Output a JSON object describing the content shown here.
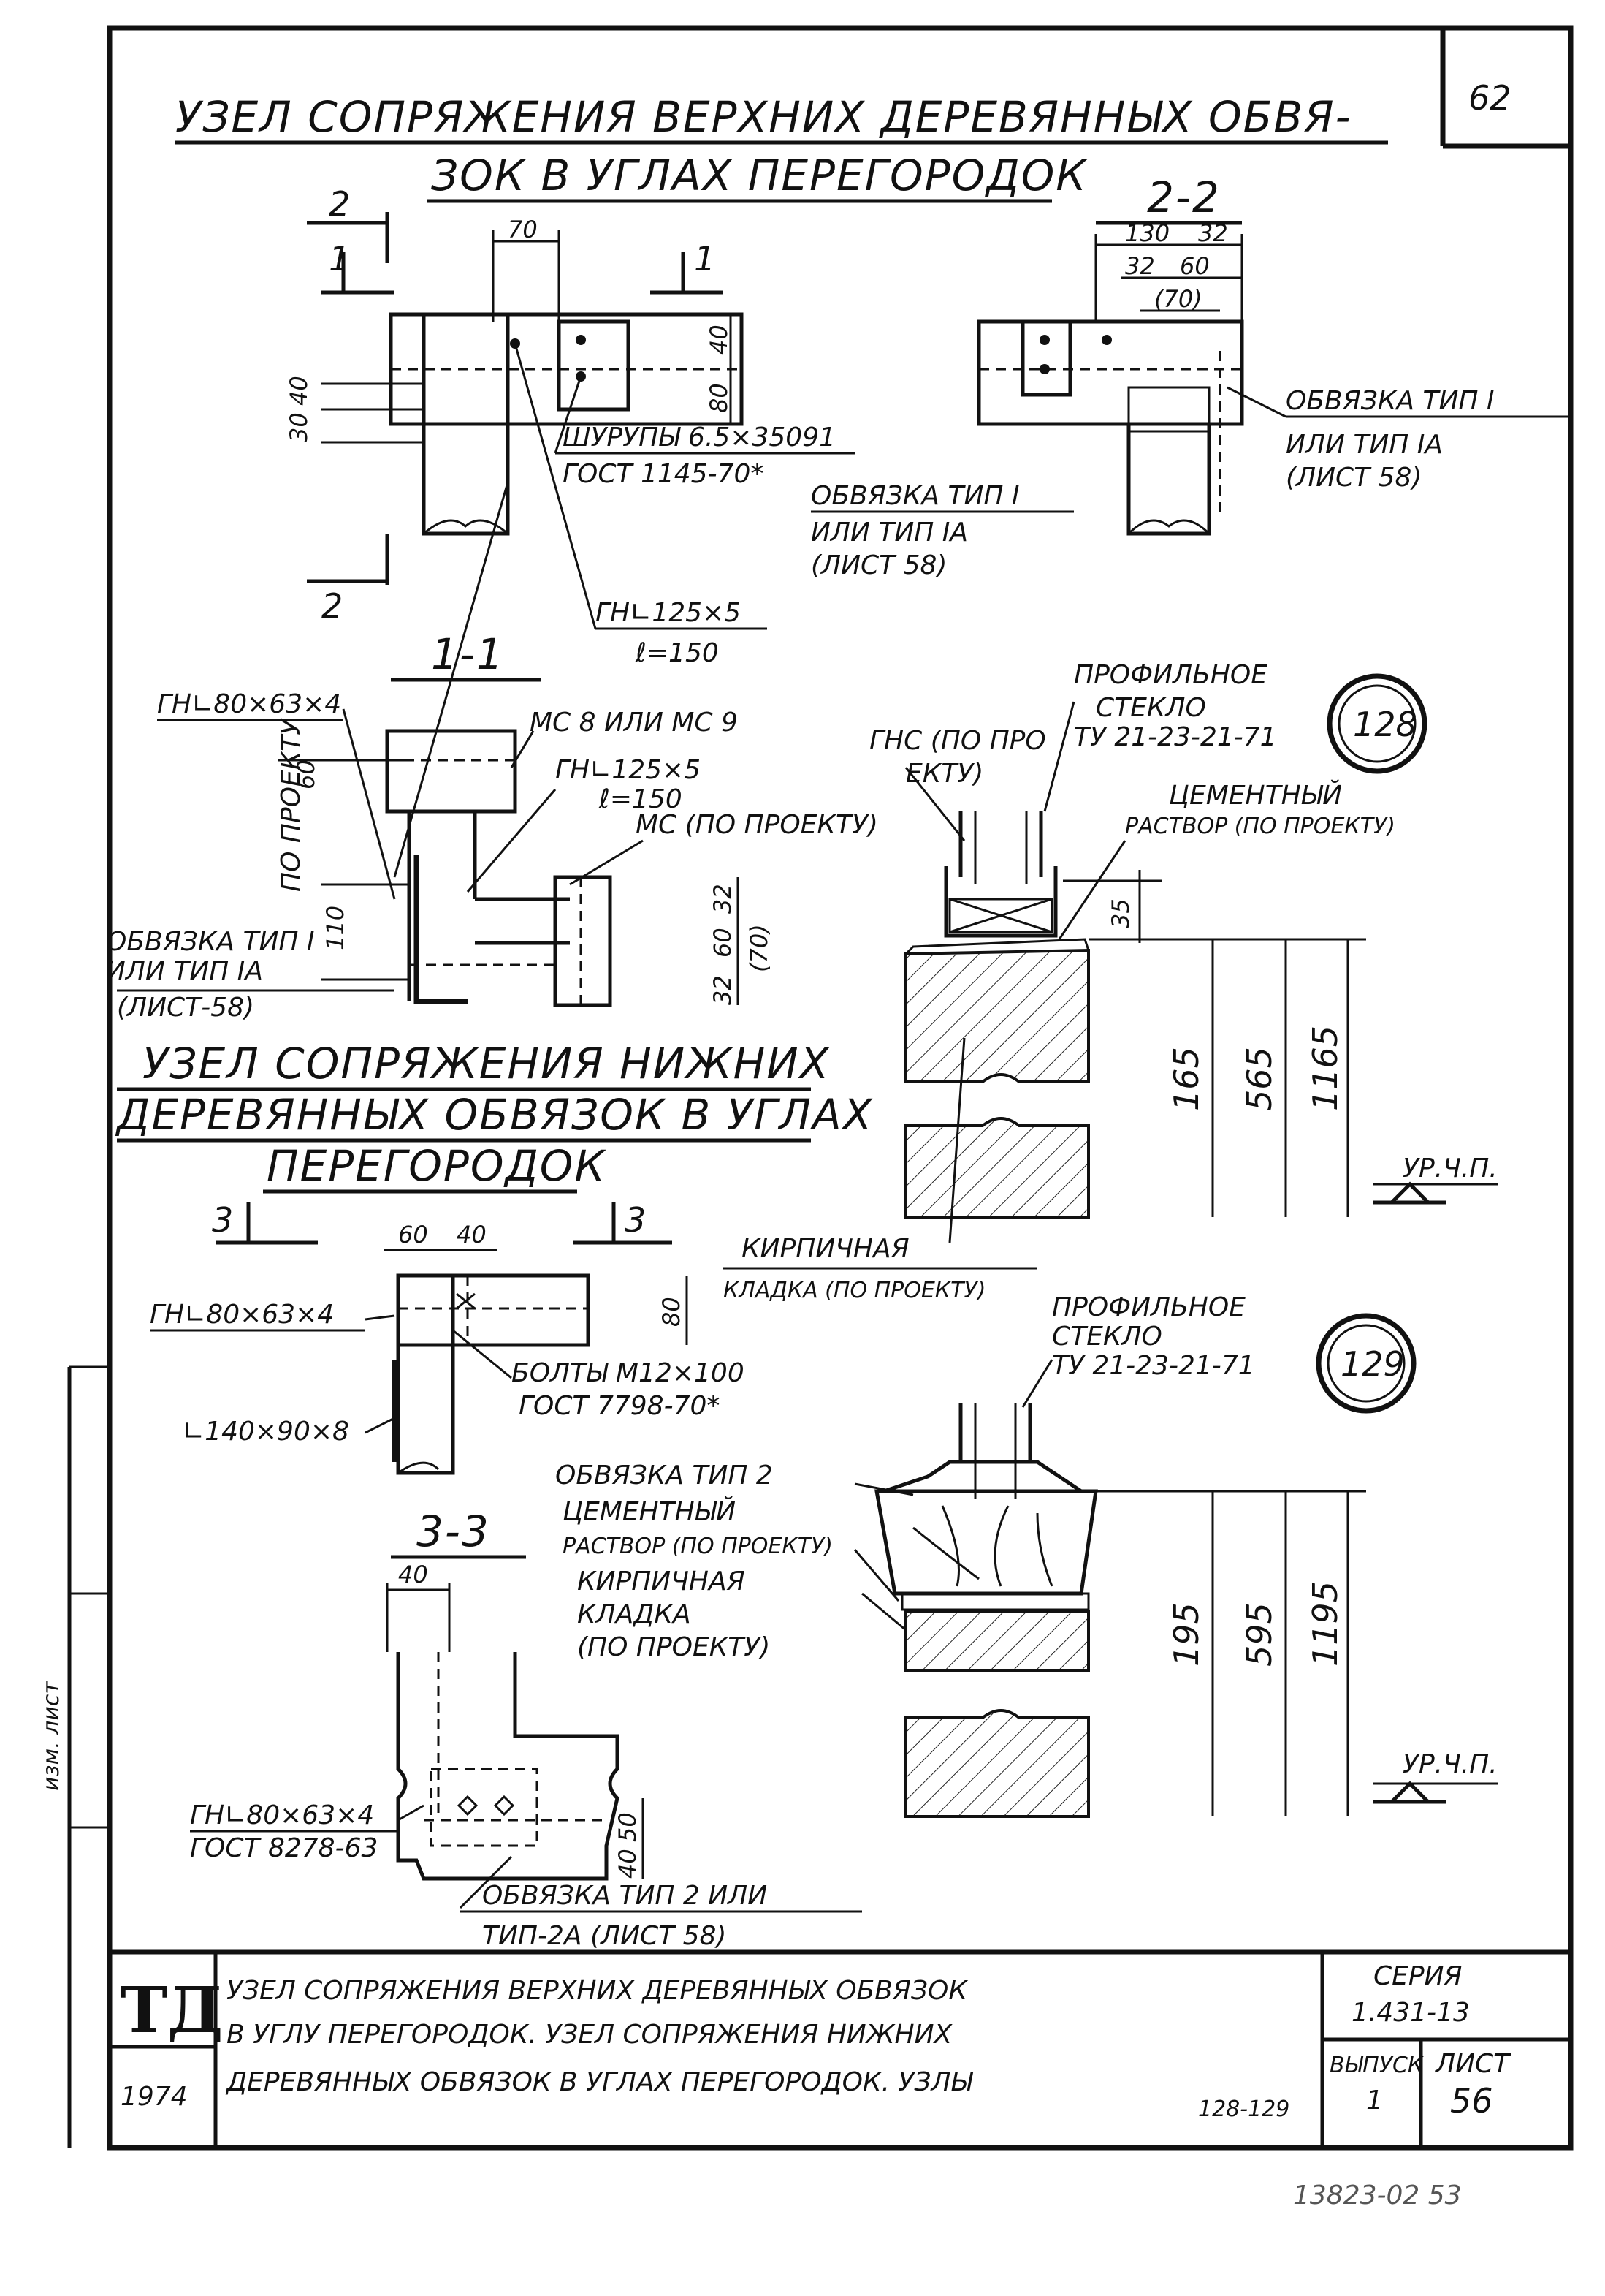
{
  "sheet_number": "62",
  "title_upper": "УЗЕЛ СОПРЯЖЕНИЯ ВЕРХНИХ ДЕРЕВЯННЫХ ОБВЯ-",
  "title_upper_2": "ЗОК В УГЛАХ ПЕРЕГОРОДОК",
  "section_2_2": "2-2",
  "section_1_1": "1-1",
  "section_3_3": "3-3",
  "cut_labels": {
    "two": "2",
    "one": "1",
    "three": "3"
  },
  "title_lower_1": "УЗЕЛ СОПРЯЖЕНИЯ НИЖНИХ",
  "title_lower_2": "ДЕРЕВЯННЫХ ОБВЯЗОК В УГЛАХ",
  "title_lower_3": "ПЕРЕГОРОДОК",
  "dims": {
    "d70_top": "70",
    "d40_right": "40",
    "d80_right": "80",
    "d40_left": "40",
    "d30_left": "30",
    "d130": "130",
    "d32_a": "32",
    "d32_b": "32",
    "d60": "60",
    "d70_paren": "(70)",
    "d60_1": "60",
    "d110": "110",
    "d32_c": "32",
    "d60_c": "60",
    "d32_d": "32",
    "d70_c": "(70)",
    "d60_l": "60",
    "d40_l": "40",
    "d80_l": "80",
    "d40_33": "40",
    "d40_33b": "40",
    "d50_33": "50",
    "d35": "35",
    "d165": "165",
    "d565": "565",
    "d1165": "1165",
    "d195": "195",
    "d595": "595",
    "d1195": "1195"
  },
  "labels": {
    "screws_1": "ШУРУПЫ 6.5×35091",
    "screws_2": "ГОСТ 1145-70*",
    "strap_a_1": "ОБВЯЗКА ТИП I",
    "strap_a_2": "ИЛИ ТИП IА",
    "strap_a_3": "(ЛИСТ 58)",
    "strap_b_1": "ОБВЯЗКА ТИП I",
    "strap_b_2": "ИЛИ ТИП IА",
    "strap_b_3": "(ЛИСТ 58)",
    "angle_125_1": "ГН∟125×5",
    "angle_125_2": "ℓ=150",
    "angle_80_top": "ГН∟80×63×4",
    "channel_mc": "МС 8 ИЛИ МС 9",
    "angle_125_b1": "ГН∟125×5",
    "angle_125_b2": "ℓ=150",
    "mc_proj": "МС (ПО ПРОЕКТУ)",
    "po_proektu": "ПО ПРОЕКТУ",
    "strap_c_1": "ОБВЯЗКА ТИП I",
    "strap_c_2": "ИЛИ ТИП IА",
    "strap_c_3": "(ЛИСТ-58)",
    "glass_1": "ПРОФИЛЬНОЕ",
    "glass_2": "СТЕКЛО",
    "glass_3": "ТУ 21-23-21-71",
    "ghs_1": "ГНС (ПО ПРО",
    "ghs_2": "ЕКТУ)",
    "cement_1": "ЦЕМЕНТНЫЙ",
    "cement_2": "РАСТВОР (ПО ПРОЕКТУ)",
    "brick_1": "КИРПИЧНАЯ",
    "brick_2": "КЛАДКА (ПО ПРОЕКТУ)",
    "floor_level_1": "УР.Ч.П.",
    "angle_80_low": "ГН∟80×63×4",
    "bolts_1": "БОЛТЫ М12×100",
    "bolts_2": "ГОСТ 7798-70*",
    "angle_140": "∟140×90×8",
    "glass2_1": "ПРОФИЛЬНОЕ",
    "glass2_2": "СТЕКЛО",
    "glass2_3": "ТУ 21-23-21-71",
    "strap2": "ОБВЯЗКА ТИП 2",
    "cement2_1": "ЦЕМЕНТНЫЙ",
    "cement2_2": "РАСТВОР (ПО ПРОЕКТУ)",
    "brick2_1": "КИРПИЧНАЯ",
    "brick2_2": "КЛАДКА",
    "brick2_3": "(ПО ПРОЕКТУ)",
    "floor_level_2": "УР.Ч.П.",
    "angle_80_33_1": "ГН∟80×63×4",
    "angle_80_33_2": "ГОСТ 8278-63",
    "strap3_1": "ОБВЯЗКА ТИП 2 ИЛИ",
    "strap3_2": "ТИП-2А (ЛИСТ 58)"
  },
  "callouts": {
    "node_128": "128",
    "node_129": "129"
  },
  "title_block": {
    "logo": "ТД",
    "year": "1974",
    "desc_1": "УЗЕЛ СОПРЯЖЕНИЯ ВЕРХНИХ ДЕРЕВЯННЫХ ОБВЯЗОК",
    "desc_2": "В УГЛУ ПЕРЕГОРОДОК. УЗЕЛ СОПРЯЖЕНИЯ НИЖНИХ",
    "desc_3": "ДЕРЕВЯННЫХ ОБВЯЗОК В УГЛАХ ПЕРЕГОРОДОК. УЗЛЫ",
    "desc_4": "128-129",
    "series_label": "СЕРИЯ",
    "series_value": "1.431-13",
    "issue_label": "ВЫПУСК",
    "issue_value": "1",
    "sheet_label": "ЛИСТ",
    "sheet_value": "56"
  },
  "stamp": "13823-02 53",
  "margin_text": "изм. лист"
}
